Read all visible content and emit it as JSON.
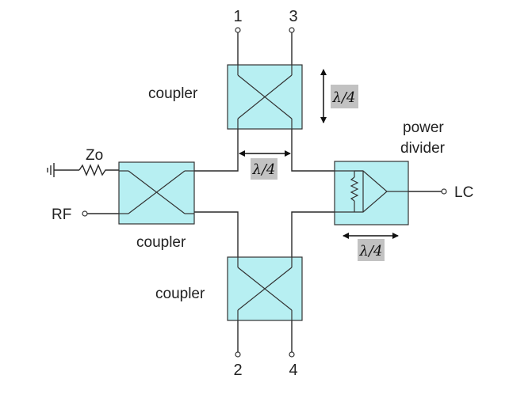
{
  "ports": {
    "port1": "1",
    "port3": "3",
    "port2": "2",
    "port4": "4"
  },
  "labels": {
    "coupler_top": "coupler",
    "coupler_left": "coupler",
    "coupler_bottom": "coupler",
    "power_divider_line1": "power",
    "power_divider_line2": "divider",
    "rf": "RF",
    "lc": "LC",
    "zo": "Zo"
  },
  "lambda": {
    "vertical": "λ/4",
    "top": "λ/4",
    "right": "λ/4"
  },
  "colors": {
    "block_fill": "#b7eff2",
    "lambda_bg": "#c2c2c2"
  }
}
